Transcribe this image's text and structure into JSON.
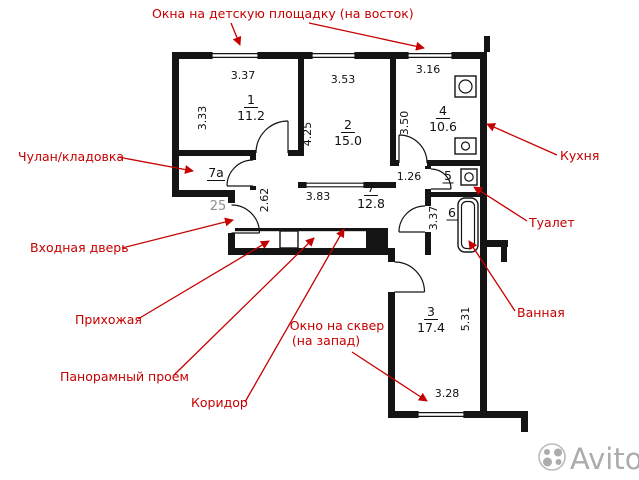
{
  "colors": {
    "annotation_red": "#c60000",
    "wall_black": "#141414",
    "watermark_grey": "#9e9e9e",
    "unit_number_grey": "#8f8f8f"
  },
  "annotations": {
    "top_windows": "Окна на детскую площадку (на восток)",
    "closet": "Чулан/кладовка",
    "entrance_door": "Входная дверь",
    "hallway": "Прихожая",
    "panoramic_opening": "Панорамный проем",
    "corridor": "Коридор",
    "park_window_line1": "Окно на сквер",
    "park_window_line2": "(на запад)",
    "kitchen": "Кухня",
    "toilet": "Туалет",
    "bathroom": "Ванная"
  },
  "rooms": {
    "room1": {
      "number": "1",
      "area": "11.2",
      "width_m": "3.37",
      "depth_m": "3.33"
    },
    "room2": {
      "number": "2",
      "area": "15.0",
      "width_m": "3.53",
      "depth_m": "4.25"
    },
    "room3": {
      "number": "3",
      "area": "17.4",
      "width_m": "3.28",
      "depth_m": "5.31"
    },
    "kitchen": {
      "number": "4",
      "area": "10.6",
      "width_m": "3.16",
      "depth_m": "3.50"
    },
    "toilet": {
      "number": "5"
    },
    "bathroom": {
      "number": "6",
      "depth_m": "3.37"
    },
    "corridor": {
      "number": "7",
      "area": "12.8",
      "width_m": "3.83",
      "depth_m": "2.62",
      "passage_m": "1.26"
    },
    "closet": {
      "number": "7а"
    }
  },
  "unit_number": "25",
  "watermark": "Avito"
}
